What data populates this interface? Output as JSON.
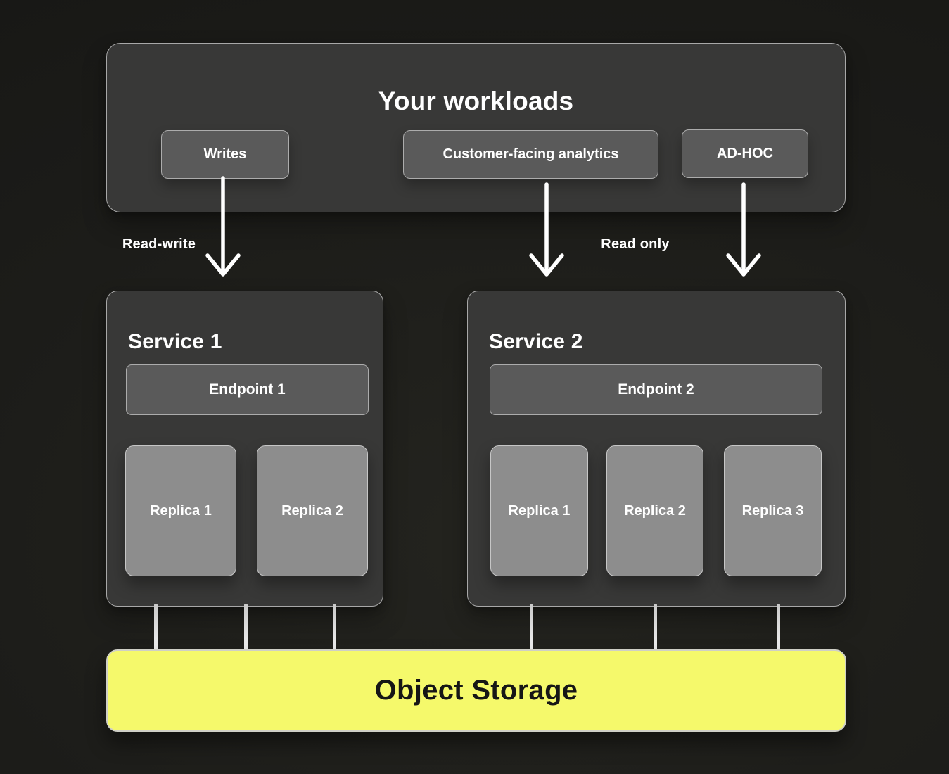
{
  "diagram": {
    "workloads": {
      "title": "Your workloads",
      "items": [
        {
          "label": "Writes"
        },
        {
          "label": "Customer-facing analytics"
        },
        {
          "label": "AD-HOC"
        }
      ]
    },
    "edge_labels": {
      "read_write": "Read-write",
      "read_only": "Read only"
    },
    "services": [
      {
        "title": "Service 1",
        "endpoint": "Endpoint 1",
        "replicas": [
          "Replica 1",
          "Replica 2"
        ]
      },
      {
        "title": "Service 2",
        "endpoint": "Endpoint 2",
        "replicas": [
          "Replica 1",
          "Replica 2",
          "Replica 3"
        ]
      }
    ],
    "storage": {
      "label": "Object Storage"
    },
    "colors": {
      "panel_fill": "#383837",
      "panel_border": "#a8a8a8",
      "node_fill": "#5a5a5a",
      "node_border": "#acacac",
      "replica_fill": "#8d8d8d",
      "replica_border": "#c6c6c6",
      "storage_fill": "#f5f96b",
      "storage_border": "#cfcfc6",
      "text_light": "#ffffff",
      "text_dark": "#161616"
    }
  }
}
